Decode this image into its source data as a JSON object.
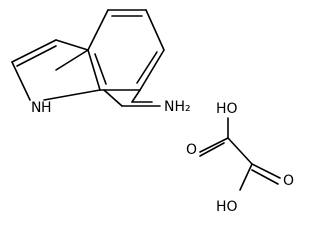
{
  "molecule_amine": {
    "ring_nitrogen_label": "N",
    "ring_nitrogen_hydrogen_label": "H",
    "amine_group_label": "NH2",
    "amine_group_label_display": "NH₂"
  },
  "molecule_oxalic_acid": {
    "hydroxyl_top_label": "HO",
    "carbonyl_oxygen_top_label": "O",
    "carbonyl_oxygen_bottom_label": "O",
    "hydroxyl_bottom_label": "HO"
  },
  "colors": {
    "bond": "#000000",
    "text": "#000000",
    "background": "#ffffff"
  }
}
